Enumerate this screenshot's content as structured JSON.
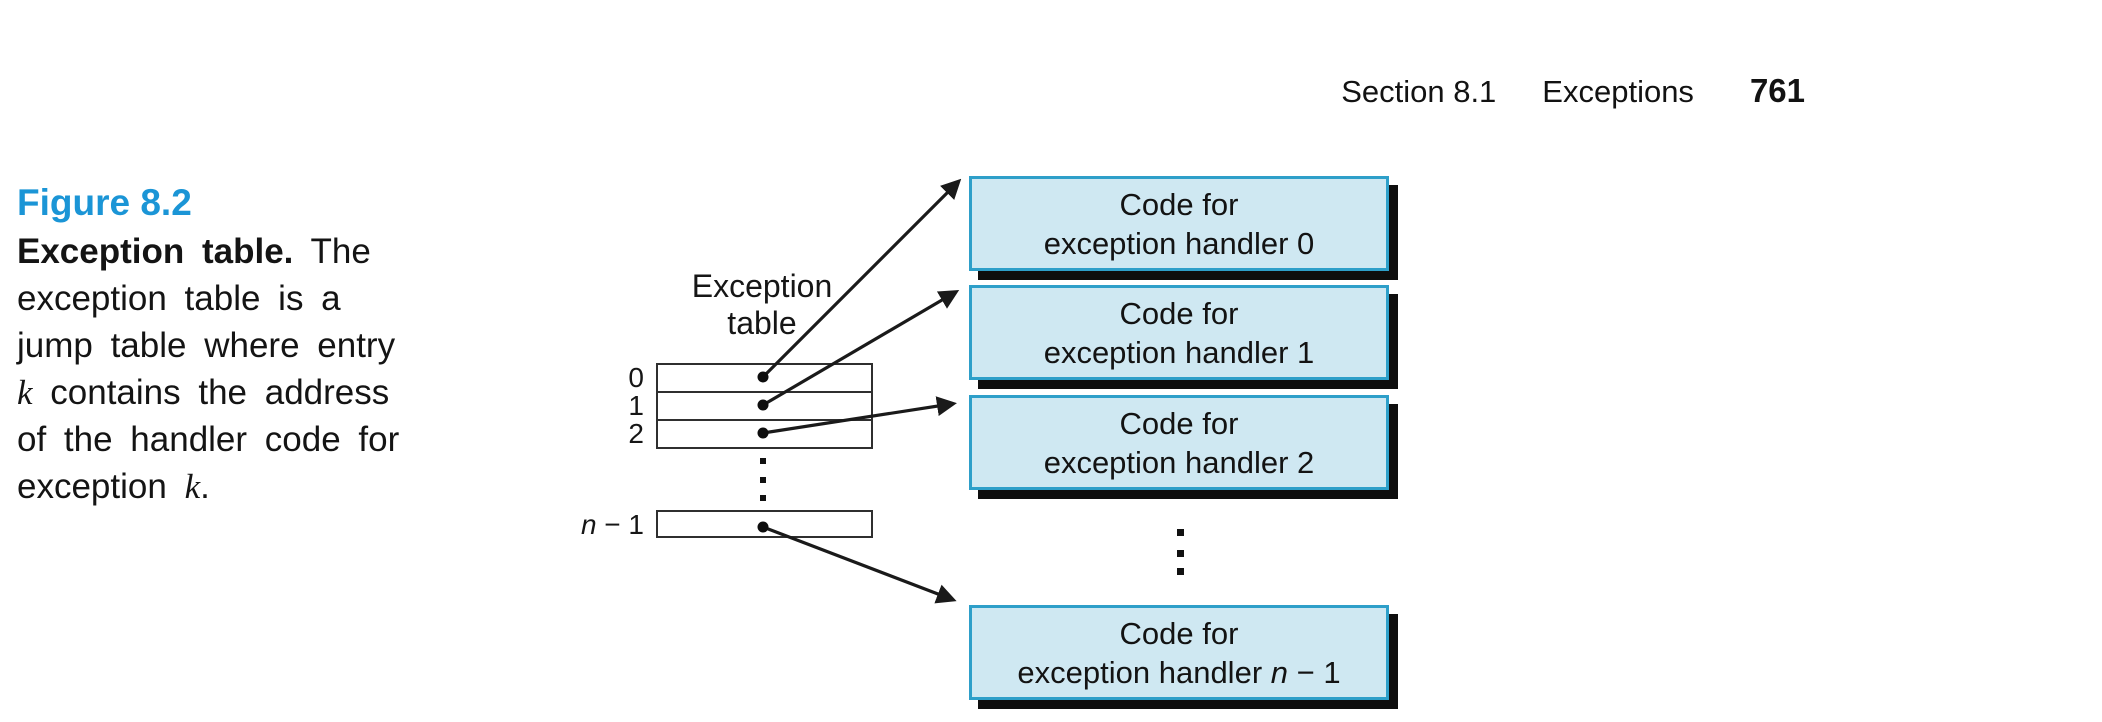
{
  "colors": {
    "box-fill": "#cfe8f2",
    "box-border": "#2e9fc9",
    "accent-blue": "#1b95d6",
    "ink": "#141414",
    "line-ink": "#1a1a1a"
  },
  "header": {
    "section": "Section 8.1",
    "title": "Exceptions",
    "page_number": "761"
  },
  "caption": {
    "figure_label": "Figure 8.2",
    "line1_bold": "Exception table.",
    "line1_rest": " The",
    "line2": "exception table is a",
    "line3": "jump table where entry",
    "line4_var": "k",
    "line4_rest": " contains the address",
    "line5": "of the handler code for",
    "line6_pre": "exception ",
    "line6_var": "k",
    "line6_post": "."
  },
  "diagram": {
    "table_label_line1": "Exception",
    "table_label_line2": "table",
    "row_labels": [
      "0",
      "1",
      "2"
    ],
    "last_row_var": "n",
    "last_row_rest": " − 1",
    "boxes": [
      {
        "line1": "Code for",
        "pre": "exception handler ",
        "var": "",
        "post": "0"
      },
      {
        "line1": "Code for",
        "pre": "exception handler ",
        "var": "",
        "post": "1"
      },
      {
        "line1": "Code for",
        "pre": "exception handler ",
        "var": "",
        "post": "2"
      },
      {
        "line1": "Code for",
        "pre": "exception handler ",
        "var": "n",
        "post": " − 1"
      }
    ]
  }
}
